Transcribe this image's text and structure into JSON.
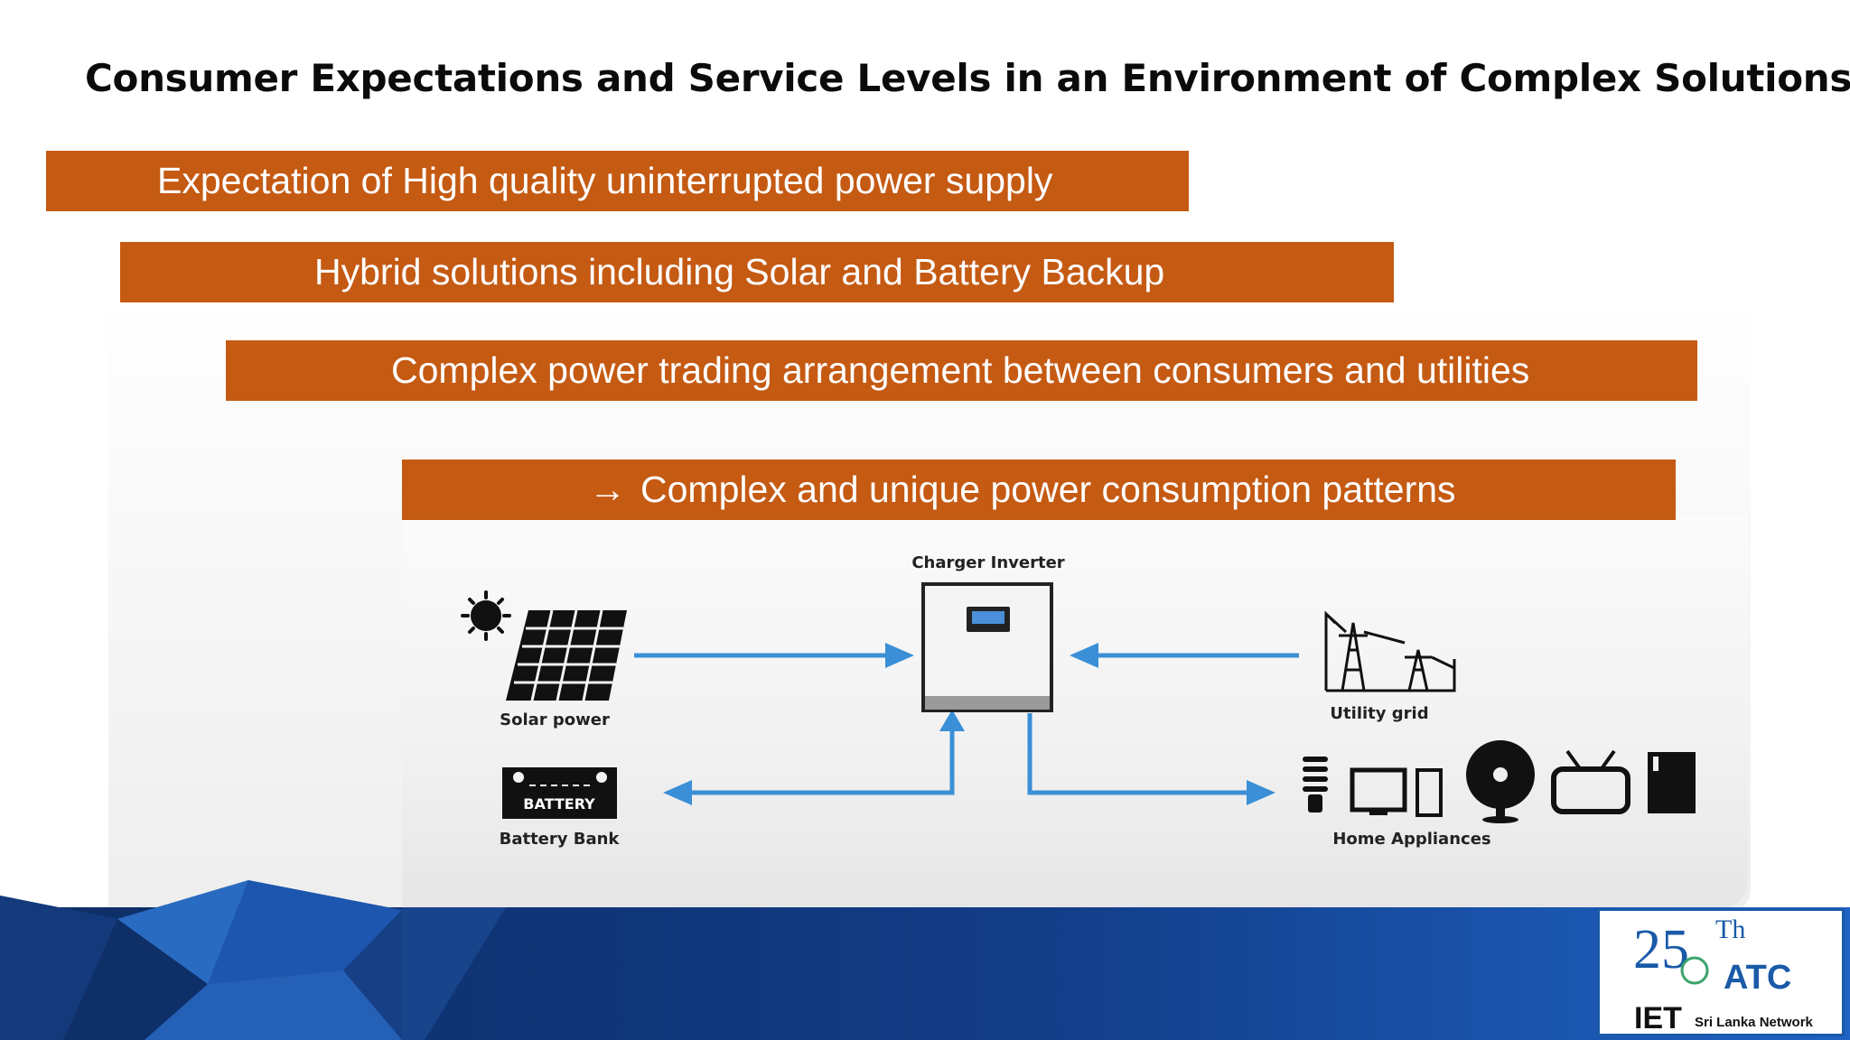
{
  "slide": {
    "title": "Consumer Expectations and Service Levels in an Environment of Complex Solutions",
    "accent_color": "#c55a13",
    "banner_color": "#1b4ea0"
  },
  "bars": [
    {
      "text": "Expectation of High quality uninterrupted power supply"
    },
    {
      "text": "Hybrid solutions including Solar and Battery Backup"
    },
    {
      "text": "Complex power trading arrangement between consumers and utilities"
    },
    {
      "arrow": "→",
      "text": "Complex and unique power consumption patterns"
    }
  ],
  "diagram": {
    "charger_inverter": "Charger Inverter",
    "solar_power": "Solar power",
    "utility_grid": "Utility grid",
    "battery_bank": "Battery Bank",
    "battery_text": "BATTERY",
    "home_appliances": "Home Appliances",
    "flow_color": "#3a8fd6"
  },
  "logo": {
    "number": "25",
    "superscript": "Th",
    "acronym": "ATC",
    "org": "IET",
    "network": "Sri Lanka Network"
  }
}
